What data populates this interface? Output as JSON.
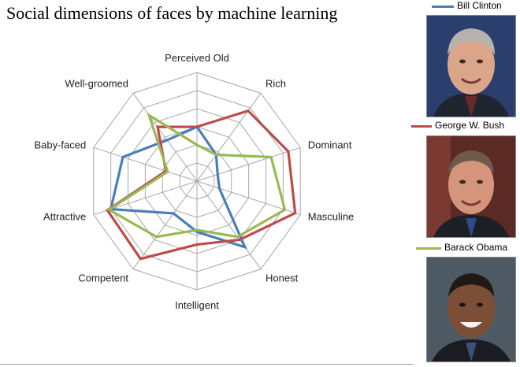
{
  "title": "Social dimensions of faces by machine learning",
  "chart_data": {
    "type": "radar",
    "axes": [
      "Perceived Old",
      "Rich",
      "Dominant",
      "Masculine",
      "Honest",
      "Intelligent",
      "Competent",
      "Attractive",
      "Baby-faced",
      "Well-groomed"
    ],
    "rings": 6,
    "range": [
      0,
      6
    ],
    "series": [
      {
        "name": "Bill Clinton",
        "color": "#4a7ebb",
        "values": [
          3.0,
          1.8,
          1.2,
          1.3,
          4.5,
          2.8,
          2.2,
          5.0,
          4.3,
          2.8
        ]
      },
      {
        "name": "George W. Bush",
        "color": "#be4b48",
        "values": [
          3.0,
          4.8,
          5.3,
          5.7,
          4.0,
          3.5,
          5.3,
          5.2,
          1.8,
          3.7
        ]
      },
      {
        "name": "Barack Obama",
        "color": "#98b954",
        "values": [
          2.0,
          1.8,
          4.3,
          5.1,
          3.8,
          2.7,
          3.8,
          5.1,
          1.7,
          4.5
        ]
      }
    ]
  },
  "legend": [
    "Bill Clinton",
    "George W. Bush",
    "Barack Obama"
  ],
  "portraits": [
    {
      "name": "bill-clinton",
      "bg": "#2a3f6e",
      "skin": "#dba58a",
      "hair": "#b6b2ab",
      "suit": "#202530",
      "tie": "#6a2a2a"
    },
    {
      "name": "george-w-bush",
      "bg": "#5b2a25",
      "skin": "#d4957c",
      "hair": "#6e5a4a",
      "suit": "#1d1f26",
      "tie": "#2e4a8a"
    },
    {
      "name": "barack-obama",
      "bg": "#4e5a63",
      "skin": "#7b4f36",
      "hair": "#1f1a17",
      "suit": "#1b1c22",
      "tie": "#3a4f7a"
    }
  ]
}
